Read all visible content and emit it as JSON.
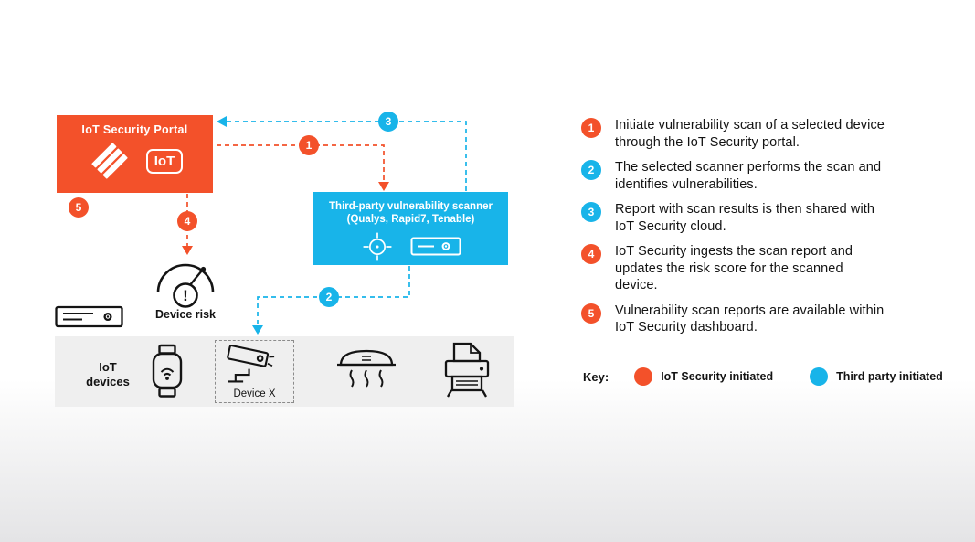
{
  "diagram": {
    "portal": {
      "title": "IoT Security Portal",
      "badge": "IoT"
    },
    "scanner": {
      "title": "Third-party vulnerability scanner",
      "subtitle": "(Qualys, Rapid7, Tenable)"
    },
    "device_risk_label": "Device risk",
    "risk_exclamation": "!",
    "devices_label": "IoT devices",
    "device_x_label": "Device X"
  },
  "steps": [
    {
      "num": "1",
      "color": "orange",
      "text": "Initiate vulnerability scan of a selected device through the IoT Security portal."
    },
    {
      "num": "2",
      "color": "blue",
      "text": "The selected scanner performs the scan and identifies vulnerabilities."
    },
    {
      "num": "3",
      "color": "blue",
      "text": "Report with scan results is then shared with IoT Security cloud."
    },
    {
      "num": "4",
      "color": "orange",
      "text": "IoT Security ingests the scan report and updates the risk score for the scanned device."
    },
    {
      "num": "5",
      "color": "orange",
      "text": "Vulnerability scan reports are available within IoT Security dashboard."
    }
  ],
  "key": {
    "label": "Key:",
    "items": [
      {
        "label": "IoT Security initiated",
        "color": "#F3512A"
      },
      {
        "label": "Third party initiated",
        "color": "#18B4E9"
      }
    ]
  },
  "colors": {
    "orange": "#F3512A",
    "blue": "#18B4E9",
    "devices_bar": "#EFEFEF",
    "text": "#131313"
  }
}
